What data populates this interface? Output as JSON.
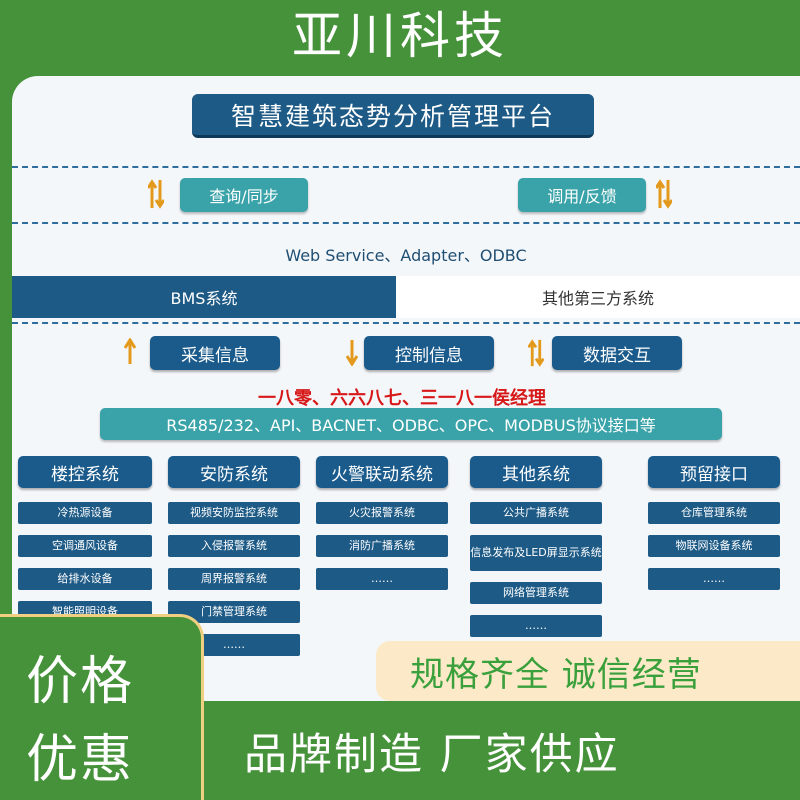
{
  "brand": "亚川科技",
  "title": "智慧建筑态势分析管理平台",
  "sync": {
    "query": "查询/同步",
    "feedback": "调用/反馈"
  },
  "middleware": "Web Service、Adapter、ODBC",
  "layer": {
    "bms": "BMS系统",
    "third": "其他第三方系统"
  },
  "info": {
    "collect": "采集信息",
    "control": "控制信息",
    "exchange": "数据交互"
  },
  "phone_note": "一八零、六六八七、三一八一侯经理",
  "protocols": "RS485/232、API、BACNET、ODBC、OPC、MODBUS协议接口等",
  "columns": [
    {
      "header": "楼控系统",
      "items": [
        "冷热源设备",
        "空调通风设备",
        "给排水设备",
        "智能照明设备"
      ]
    },
    {
      "header": "安防系统",
      "items": [
        "视频安防监控系统",
        "入侵报警系统",
        "周界报警系统",
        "门禁管理系统",
        "……"
      ]
    },
    {
      "header": "火警联动系统",
      "items": [
        "火灾报警系统",
        "消防广播系统",
        "……"
      ]
    },
    {
      "header": "其他系统",
      "items": [
        "公共广播系统",
        "信息发布及LED屏显示系统",
        "网络管理系统",
        "……"
      ]
    },
    {
      "header": "预留接口",
      "items": [
        "仓库管理系统",
        "物联网设备系统",
        "……"
      ]
    }
  ],
  "promo": {
    "price_1": "价格",
    "price_2": "优惠",
    "slogan_1": "规格齐全  诚信经营",
    "slogan_2": "品牌制造  厂家供应"
  },
  "colors": {
    "green": "#46923a",
    "navy": "#1d5a86",
    "teal": "#3aa3a9",
    "red": "#d61818"
  }
}
